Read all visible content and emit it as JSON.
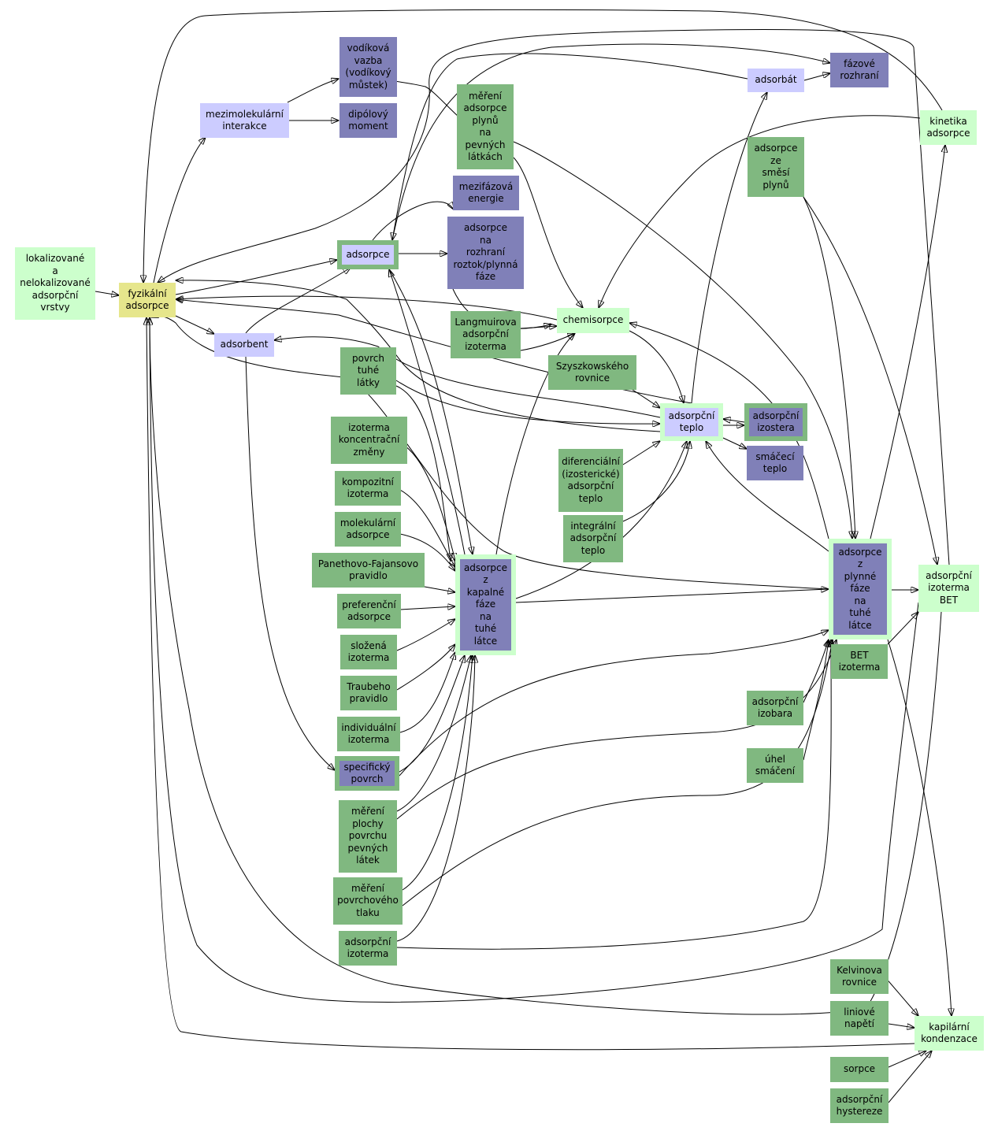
{
  "colors": {
    "green": "#80b880",
    "lightgreen": "#ccffcc",
    "purple": "#8080b8",
    "lavender": "#ccccff",
    "yellow": "#e6e68c",
    "edge": "#000000"
  },
  "nodes": {
    "lokalizovane": {
      "label": "lokalizované\na\nnelokalizované\nadsorpční\nvrstvy",
      "style": "lightgreen"
    },
    "fyzikalni": {
      "label": "fyzikální\nadsorpce",
      "style": "yellow"
    },
    "adsorbent": {
      "label": "adsorbent",
      "style": "lavender"
    },
    "mezimolekularni": {
      "label": "mezimolekulární\ninterakce",
      "style": "lavender"
    },
    "vodikova": {
      "label": "vodíková\nvazba\n(vodíkový\nmůstek)",
      "style": "purple"
    },
    "dipolovy": {
      "label": "dipólový\nmoment",
      "style": "purple"
    },
    "adsorpce": {
      "label": "adsorpce",
      "style": "lavender-frame"
    },
    "mereni_plynu": {
      "label": "měření\nadsorpce\nplynů\nna\npevných\nlátkách",
      "style": "green"
    },
    "mezifazova": {
      "label": "mezifázová\nenergie",
      "style": "purple"
    },
    "rozhrani_roztok": {
      "label": "adsorpce\nna\nrozhraní\nroztok/plynná\nfáze",
      "style": "purple"
    },
    "langmuirova": {
      "label": "Langmuirova\nadsorpční\nizoterma",
      "style": "green"
    },
    "chemisorpce": {
      "label": "chemisorpce",
      "style": "lightgreen"
    },
    "szyszkowskeho": {
      "label": "Szyszkowského\nrovnice",
      "style": "green"
    },
    "povrch_tuhe": {
      "label": "povrch\ntuhé\nlátky",
      "style": "green"
    },
    "adsorpcni_teplo": {
      "label": "adsorpční\nteplo",
      "style": "lavender-frame-light"
    },
    "izostera": {
      "label": "adsorpční\nizostera",
      "style": "purple-frame"
    },
    "smaceci_teplo": {
      "label": "smáčecí\nteplo",
      "style": "purple"
    },
    "diferencialni": {
      "label": "diferenciální\n(izosterické)\nadsorpční\nteplo",
      "style": "green"
    },
    "integralni": {
      "label": "integrální\nadsorpční\nteplo",
      "style": "green"
    },
    "adsorbat": {
      "label": "adsorbát",
      "style": "lavender"
    },
    "fazove_rozhrani": {
      "label": "fázové\nrozhraní",
      "style": "purple"
    },
    "kinetika": {
      "label": "kinetika\nadsorpce",
      "style": "lightgreen"
    },
    "smesi_plynu": {
      "label": "adsorpce\nze\nsměsí\nplynů",
      "style": "green"
    },
    "izoterma_konc": {
      "label": "izoterma\nkoncentrační\nzměny",
      "style": "green"
    },
    "kompozitni": {
      "label": "kompozitní\nizoterma",
      "style": "green"
    },
    "molekularni": {
      "label": "molekulární\nadsorpce",
      "style": "green"
    },
    "panethovo": {
      "label": "Panethovo-Fajansovo\npravidlo",
      "style": "green"
    },
    "preferencni": {
      "label": "preferenční\nadsorpce",
      "style": "green"
    },
    "slozena": {
      "label": "složená\nizoterma",
      "style": "green"
    },
    "traubeho": {
      "label": "Traubeho\npravidlo",
      "style": "green"
    },
    "individualni": {
      "label": "individuální\nizoterma",
      "style": "green"
    },
    "specificky": {
      "label": "specifický\npovrch",
      "style": "purple-frame"
    },
    "mereni_plochy": {
      "label": "měření\nplochy\npovrchu\npevných\nlátek",
      "style": "green"
    },
    "mereni_tlaku": {
      "label": "měření\npovrchového\ntlaku",
      "style": "green"
    },
    "adsorpcni_izoterma": {
      "label": "adsorpční\nizoterma",
      "style": "green"
    },
    "kapalne": {
      "label": "adsorpce\nz\nkapalné\nfáze\nna\ntuhé\nlátce",
      "style": "purple-frame-light"
    },
    "plynne": {
      "label": "adsorpce\nz\nplynné\nfáze\nna\ntuhé\nlátce",
      "style": "purple-frame-light"
    },
    "bet_izoterma": {
      "label": "BET\nizoterma",
      "style": "green"
    },
    "izoterma_bet": {
      "label": "adsorpční\nizoterma\nBET",
      "style": "lightgreen"
    },
    "izobara": {
      "label": "adsorpční\nizobara",
      "style": "green"
    },
    "uhel": {
      "label": "úhel\nsmáčení",
      "style": "green"
    },
    "kelvinova": {
      "label": "Kelvinova\nrovnice",
      "style": "green"
    },
    "liniove": {
      "label": "liniové\nnapětí",
      "style": "green"
    },
    "sorpce": {
      "label": "sorpce",
      "style": "green"
    },
    "hystereze": {
      "label": "adsorpční\nhystereze",
      "style": "green"
    },
    "kapilarni": {
      "label": "kapilární\nkondenzace",
      "style": "lightgreen"
    }
  }
}
